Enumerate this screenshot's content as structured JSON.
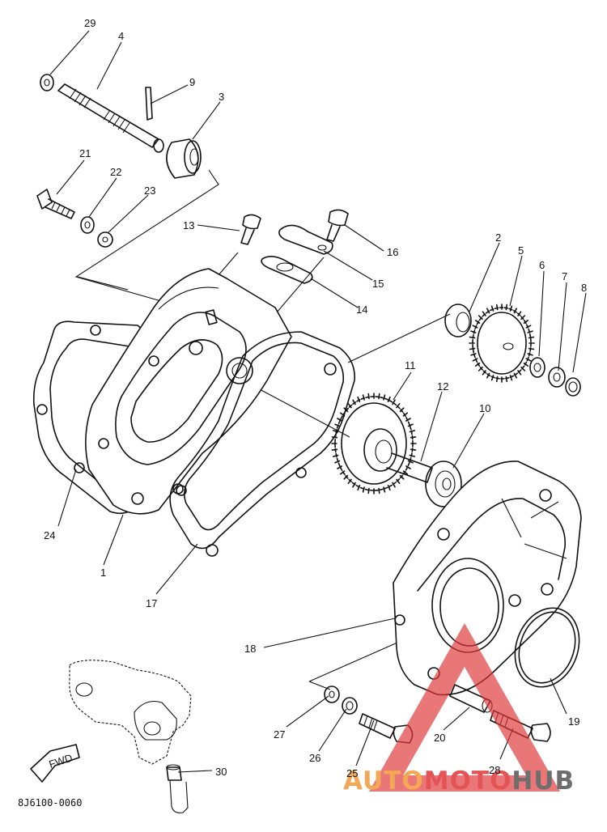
{
  "callouts": [
    {
      "num": "29"
    },
    {
      "num": "4"
    },
    {
      "num": "9"
    },
    {
      "num": "3"
    },
    {
      "num": "21"
    },
    {
      "num": "22"
    },
    {
      "num": "23"
    },
    {
      "num": "13"
    },
    {
      "num": "16"
    },
    {
      "num": "15"
    },
    {
      "num": "14"
    },
    {
      "num": "2"
    },
    {
      "num": "5"
    },
    {
      "num": "6"
    },
    {
      "num": "7"
    },
    {
      "num": "8"
    },
    {
      "num": "11"
    },
    {
      "num": "12"
    },
    {
      "num": "10"
    },
    {
      "num": "24"
    },
    {
      "num": "1"
    },
    {
      "num": "17"
    },
    {
      "num": "18"
    },
    {
      "num": "19"
    },
    {
      "num": "27"
    },
    {
      "num": "26"
    },
    {
      "num": "25"
    },
    {
      "num": "20"
    },
    {
      "num": "28"
    },
    {
      "num": "30"
    }
  ],
  "fwd_label": "FWD",
  "drawing_code": "8J6100-0060",
  "watermark": {
    "part1": "AUTO",
    "part2": "MOTO",
    "part3": "HUB",
    "color_red": "#e0373a",
    "color_orange": "#f29a38",
    "color_gray": "#555555"
  }
}
